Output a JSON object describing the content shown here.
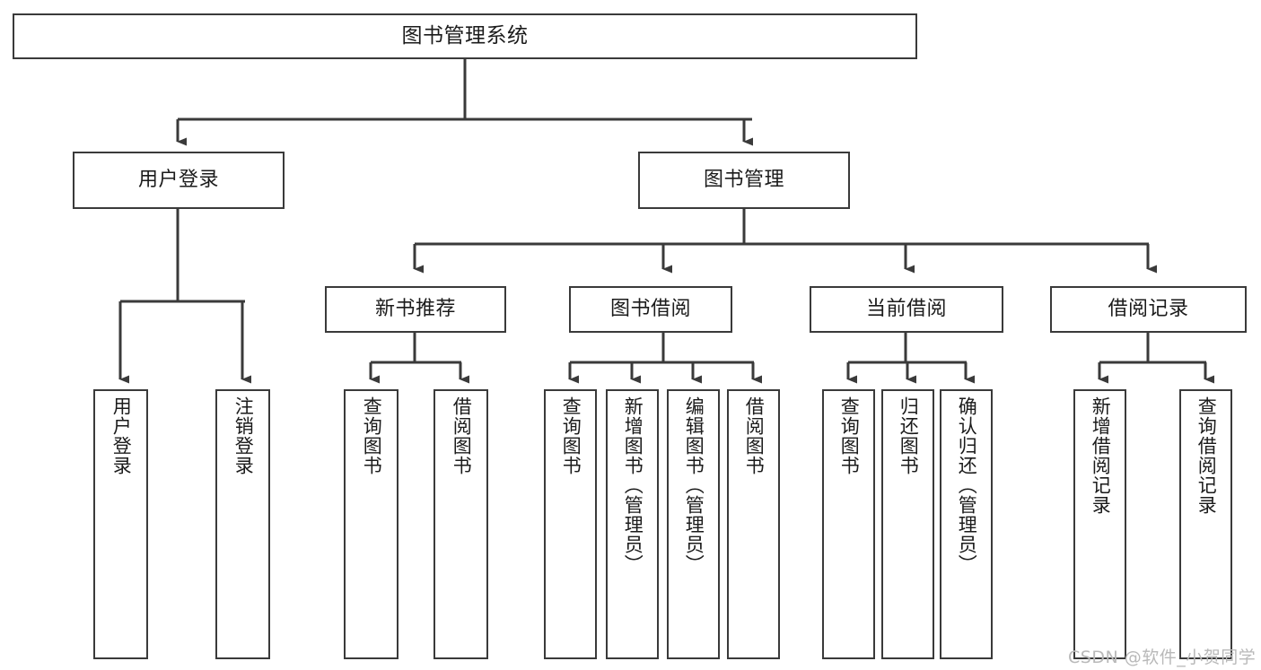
{
  "diagram": {
    "title": "图书管理系统",
    "type": "tree",
    "watermark": "CSDN @软件_小贺同学",
    "colors": {
      "background": "#ffffff",
      "box_border": "#3a3a3a",
      "box_fill": "#ffffff",
      "text": "#1b1b1b",
      "connector": "#3a3a3a",
      "watermark": "#b9b9b9"
    },
    "nodes": {
      "root": {
        "label": "图书管理系统"
      },
      "level2": [
        {
          "label": "用户登录"
        },
        {
          "label": "图书管理"
        }
      ],
      "level3": [
        {
          "label": "新书推荐"
        },
        {
          "label": "图书借阅"
        },
        {
          "label": "当前借阅"
        },
        {
          "label": "借阅记录"
        }
      ],
      "leaves_user_login": [
        {
          "label": "用户登录"
        },
        {
          "label": "注销登录"
        }
      ],
      "leaves_new_book": [
        {
          "label": "查询图书"
        },
        {
          "label": "借阅图书"
        }
      ],
      "leaves_borrow": [
        {
          "label": "查询图书"
        },
        {
          "label": "新增图书（管理员）"
        },
        {
          "label": "编辑图书（管理员）"
        },
        {
          "label": "借阅图书"
        }
      ],
      "leaves_current": [
        {
          "label": "查询图书"
        },
        {
          "label": "归还图书"
        },
        {
          "label": "确认归还（管理员）"
        }
      ],
      "leaves_records": [
        {
          "label": "新增借阅记录"
        },
        {
          "label": "查询借阅记录"
        }
      ]
    }
  }
}
